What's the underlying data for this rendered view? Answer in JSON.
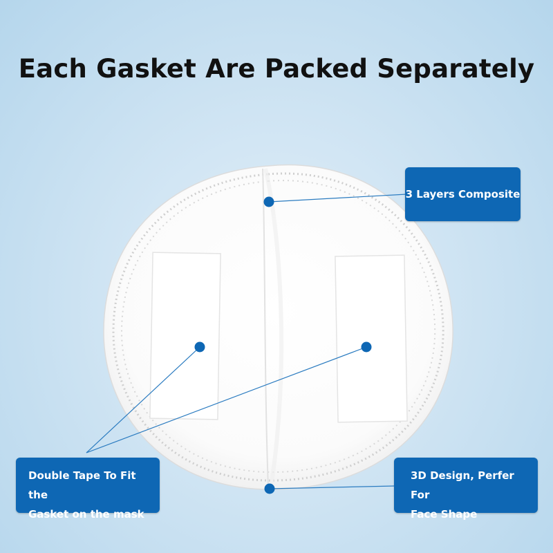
{
  "headline": "Each Gasket Are Packed Separately",
  "callouts": {
    "layers": "3 Layers Composite",
    "tape_line1": "Double Tape To Fit the",
    "tape_line2": "Gasket on the mask",
    "design_line1": "3D Design, Perfer For",
    "design_line2": "Face Shape"
  },
  "colors": {
    "callout_bg": "#0e67b4",
    "marker": "#0e67b4",
    "leader_line": "#2a7bc0"
  }
}
